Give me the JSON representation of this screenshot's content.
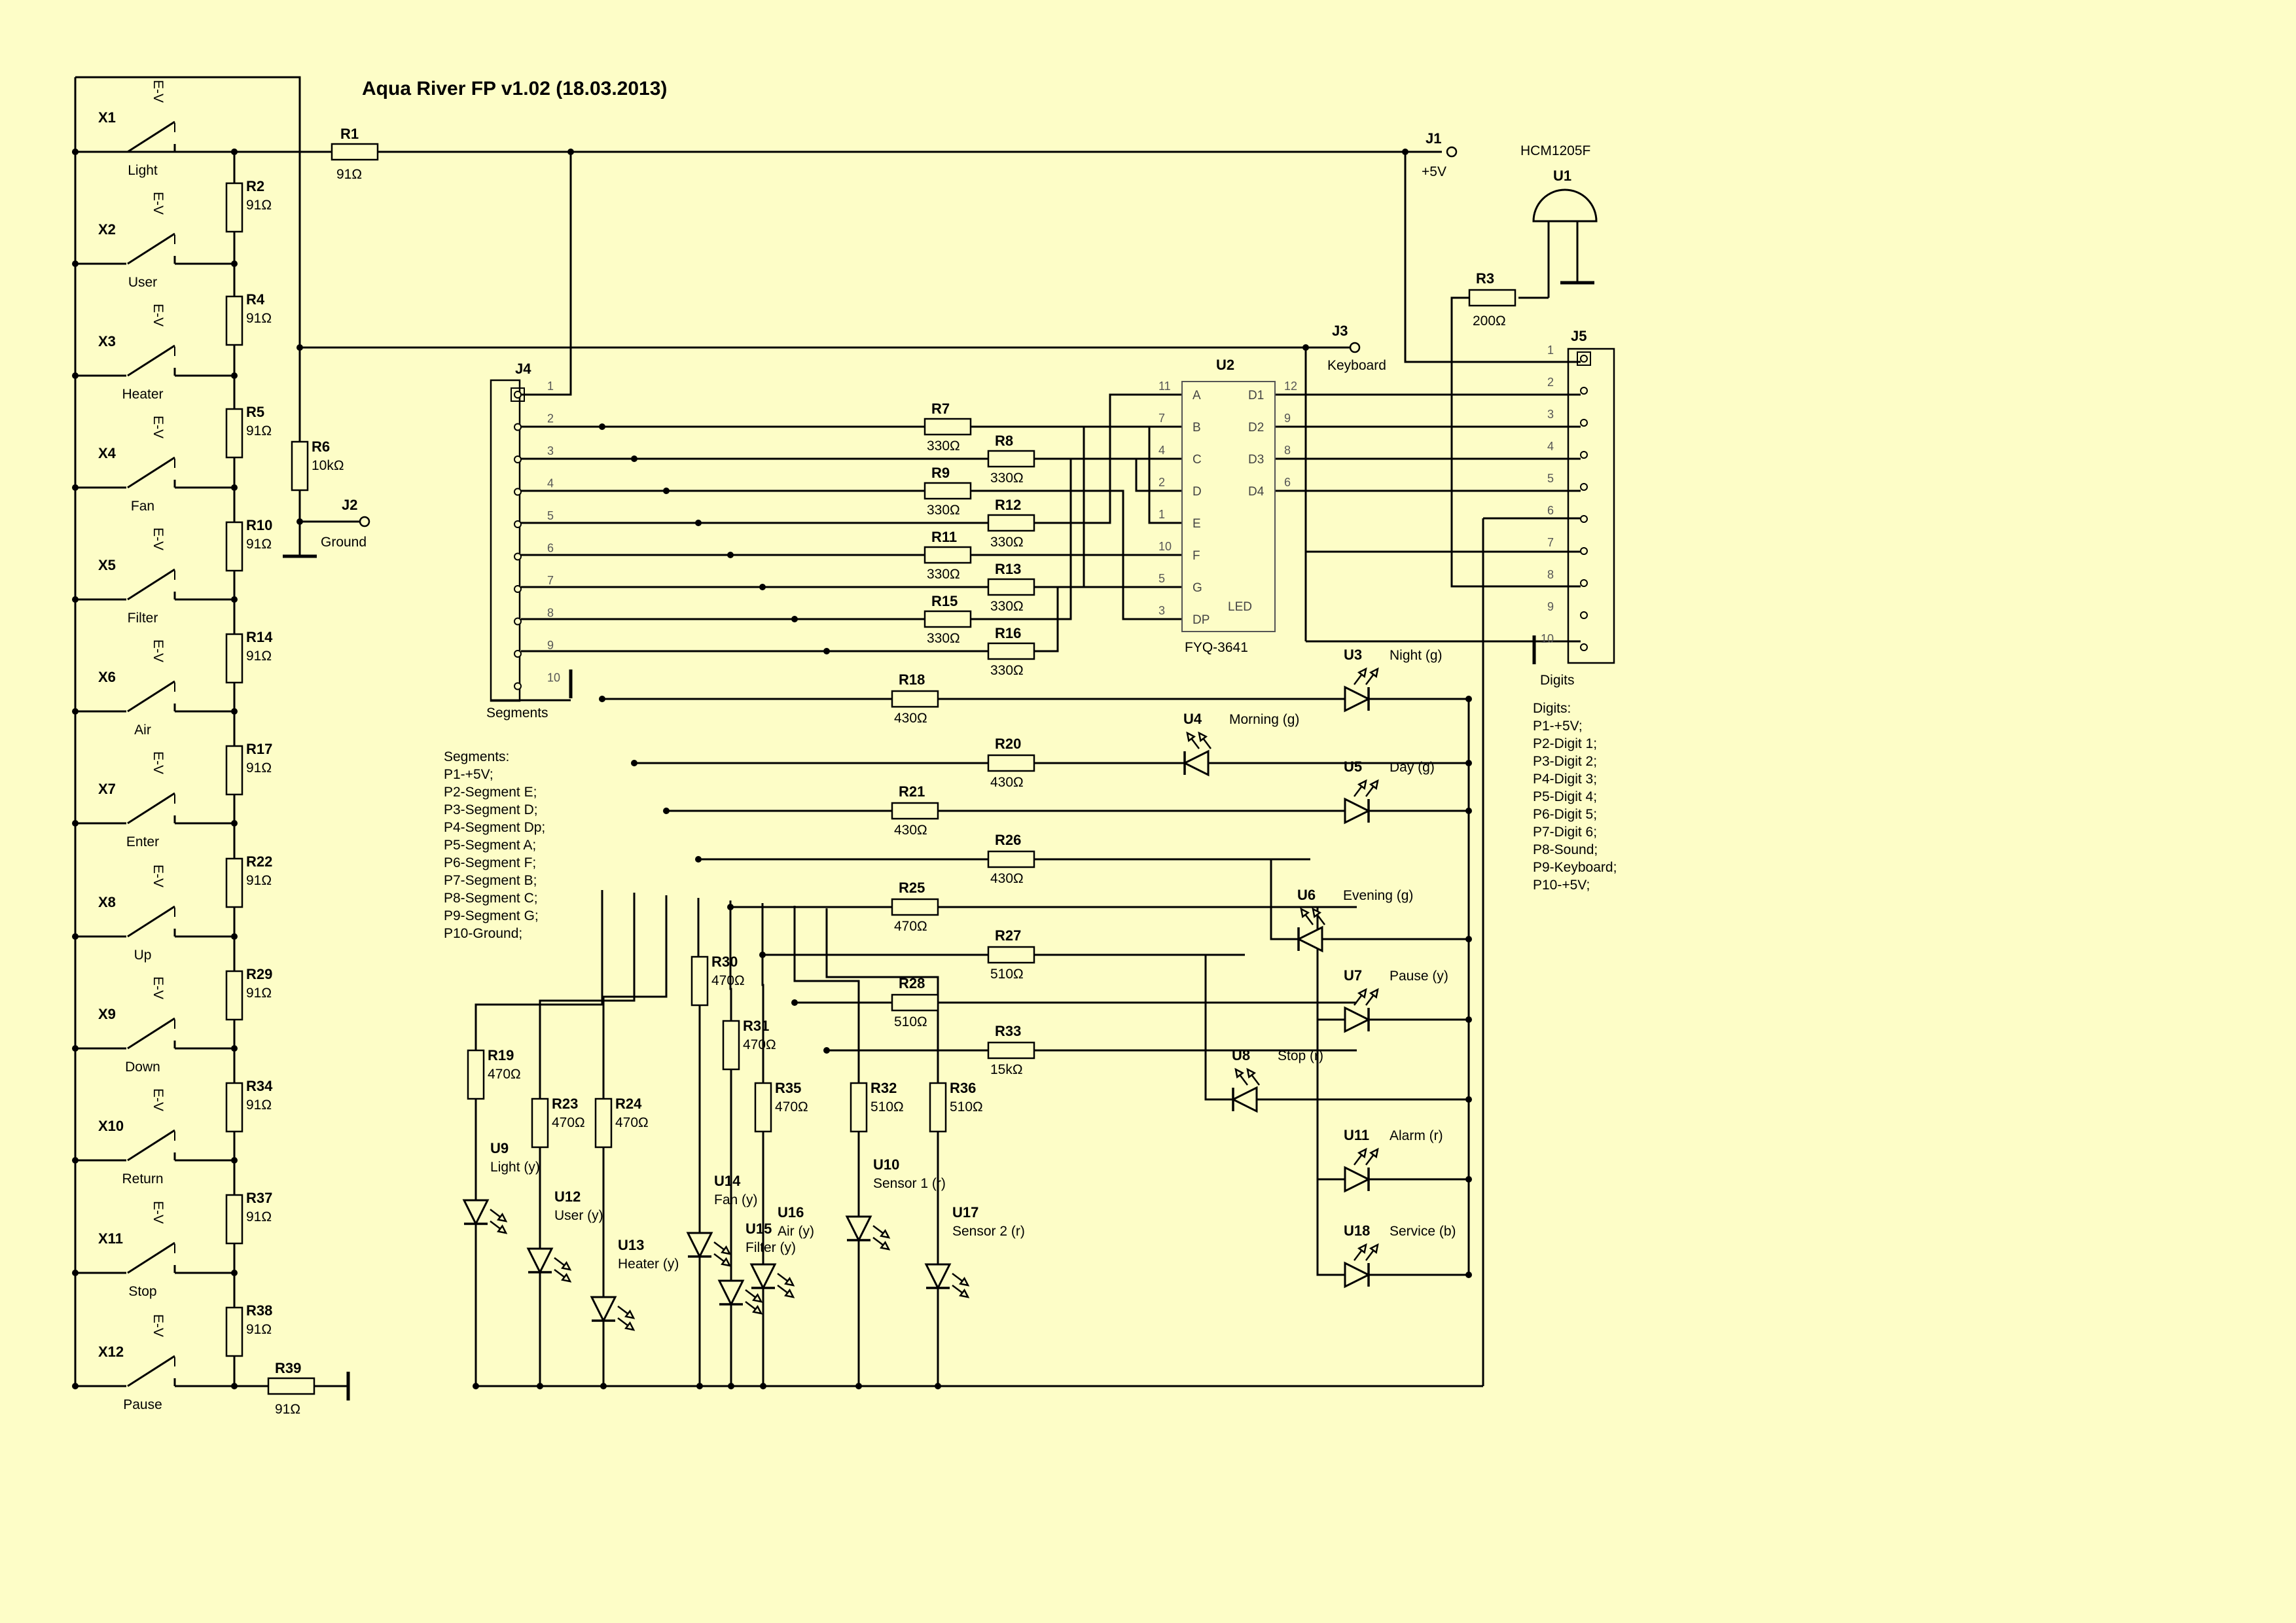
{
  "title": "Aqua River FP v1.02 (18.03.2013)",
  "colors": {
    "background": "#fdfdc7",
    "ink": "#000000"
  },
  "buttons": [
    {
      "ref": "X1",
      "label": "Light"
    },
    {
      "ref": "X2",
      "label": "User"
    },
    {
      "ref": "X3",
      "label": "Heater"
    },
    {
      "ref": "X4",
      "label": "Fan"
    },
    {
      "ref": "X5",
      "label": "Filter"
    },
    {
      "ref": "X6",
      "label": "Air"
    },
    {
      "ref": "X7",
      "label": "Enter"
    },
    {
      "ref": "X8",
      "label": "Up"
    },
    {
      "ref": "X9",
      "label": "Down"
    },
    {
      "ref": "X10",
      "label": "Return"
    },
    {
      "ref": "X11",
      "label": "Stop"
    },
    {
      "ref": "X12",
      "label": "Pause"
    }
  ],
  "button_symbol": "E-V",
  "ladder": [
    {
      "ref": "R2",
      "value": "91Ω"
    },
    {
      "ref": "R4",
      "value": "91Ω"
    },
    {
      "ref": "R5",
      "value": "91Ω"
    },
    {
      "ref": "R10",
      "value": "91Ω"
    },
    {
      "ref": "R14",
      "value": "91Ω"
    },
    {
      "ref": "R17",
      "value": "91Ω"
    },
    {
      "ref": "R22",
      "value": "91Ω"
    },
    {
      "ref": "R29",
      "value": "91Ω"
    },
    {
      "ref": "R34",
      "value": "91Ω"
    },
    {
      "ref": "R37",
      "value": "91Ω"
    },
    {
      "ref": "R38",
      "value": "91Ω"
    }
  ],
  "r1": {
    "ref": "R1",
    "value": "91Ω"
  },
  "r6": {
    "ref": "R6",
    "value": "10kΩ"
  },
  "r39": {
    "ref": "R39",
    "value": "91Ω"
  },
  "r3": {
    "ref": "R3",
    "value": "200Ω"
  },
  "j1": {
    "ref": "J1",
    "label": "+5V"
  },
  "j2": {
    "ref": "J2",
    "label": "Ground"
  },
  "j3": {
    "ref": "J3",
    "label": "Keyboard"
  },
  "j4": {
    "ref": "J4",
    "label": "Segments",
    "pins": [
      "1",
      "2",
      "3",
      "4",
      "5",
      "6",
      "7",
      "8",
      "9",
      "10"
    ]
  },
  "j5": {
    "ref": "J5",
    "label": "Digits",
    "pins": [
      "1",
      "2",
      "3",
      "4",
      "5",
      "6",
      "7",
      "8",
      "9",
      "10"
    ]
  },
  "u1": {
    "ref": "U1",
    "part": "HCM1205F"
  },
  "u2": {
    "ref": "U2",
    "part": "FYQ-3641",
    "type": "LED",
    "left": [
      {
        "pin": "11",
        "name": "A"
      },
      {
        "pin": "7",
        "name": "B"
      },
      {
        "pin": "4",
        "name": "C"
      },
      {
        "pin": "2",
        "name": "D"
      },
      {
        "pin": "1",
        "name": "E"
      },
      {
        "pin": "10",
        "name": "F"
      },
      {
        "pin": "5",
        "name": "G"
      },
      {
        "pin": "3",
        "name": "DP"
      }
    ],
    "right": [
      {
        "pin": "12",
        "name": "D1"
      },
      {
        "pin": "9",
        "name": "D2"
      },
      {
        "pin": "8",
        "name": "D3"
      },
      {
        "pin": "6",
        "name": "D4"
      }
    ]
  },
  "seg_resistors": [
    {
      "ref": "R7",
      "value": "330Ω"
    },
    {
      "ref": "R8",
      "value": "330Ω"
    },
    {
      "ref": "R9",
      "value": "330Ω"
    },
    {
      "ref": "R12",
      "value": "330Ω"
    },
    {
      "ref": "R11",
      "value": "330Ω"
    },
    {
      "ref": "R13",
      "value": "330Ω"
    },
    {
      "ref": "R15",
      "value": "330Ω"
    },
    {
      "ref": "R16",
      "value": "330Ω"
    }
  ],
  "right_leds": [
    {
      "r": "R18",
      "rv": "430Ω",
      "u": "U3",
      "label": "Night (g)"
    },
    {
      "r": "R20",
      "rv": "430Ω",
      "u": "U4",
      "label": "Morning (g)"
    },
    {
      "r": "R21",
      "rv": "430Ω",
      "u": "U5",
      "label": "Day (g)"
    },
    {
      "r": "R26",
      "rv": "430Ω",
      "u": "U6",
      "label": "Evening (g)"
    },
    {
      "r": "R25",
      "rv": "470Ω",
      "u": "U7",
      "label": "Pause (y)"
    },
    {
      "r": "R27",
      "rv": "510Ω",
      "u": "U8",
      "label": "Stop (r)"
    },
    {
      "r": "R28",
      "rv": "510Ω",
      "u": "U11",
      "label": "Alarm (r)"
    },
    {
      "r": "R33",
      "rv": "15kΩ",
      "u": "U18",
      "label": "Service (b)"
    }
  ],
  "bottom_leds": [
    {
      "r": "R19",
      "rv": "470Ω",
      "u": "U9",
      "label": "Light (y)"
    },
    {
      "r": "R23",
      "rv": "470Ω",
      "u": "U12",
      "label": "User (y)"
    },
    {
      "r": "R24",
      "rv": "470Ω",
      "u": "U13",
      "label": "Heater (y)"
    },
    {
      "r": "R30",
      "rv": "470Ω",
      "u": "U14",
      "label": "Fan (y)"
    },
    {
      "r": "R31",
      "rv": "470Ω",
      "u": "U15",
      "label": "Filter (y)"
    },
    {
      "r": "R35",
      "rv": "470Ω",
      "u": "U16",
      "label": "Air (y)"
    },
    {
      "r": "R32",
      "rv": "510Ω",
      "u": "U10",
      "label": "Sensor 1 (r)"
    },
    {
      "r": "R36",
      "rv": "510Ω",
      "u": "U17",
      "label": "Sensor 2 (r)"
    }
  ],
  "segments_notes": [
    "Segments:",
    "P1-+5V;",
    "P2-Segment E;",
    "P3-Segment D;",
    "P4-Segment Dp;",
    "P5-Segment A;",
    "P6-Segment F;",
    "P7-Segment B;",
    "P8-Segment C;",
    "P9-Segment G;",
    "P10-Ground;"
  ],
  "digits_notes": [
    "Digits:",
    "P1-+5V;",
    "P2-Digit 1;",
    "P3-Digit 2;",
    "P4-Digit 3;",
    "P5-Digit 4;",
    "P6-Digit 5;",
    "P7-Digit 6;",
    "P8-Sound;",
    "P9-Keyboard;",
    "P10-+5V;"
  ]
}
